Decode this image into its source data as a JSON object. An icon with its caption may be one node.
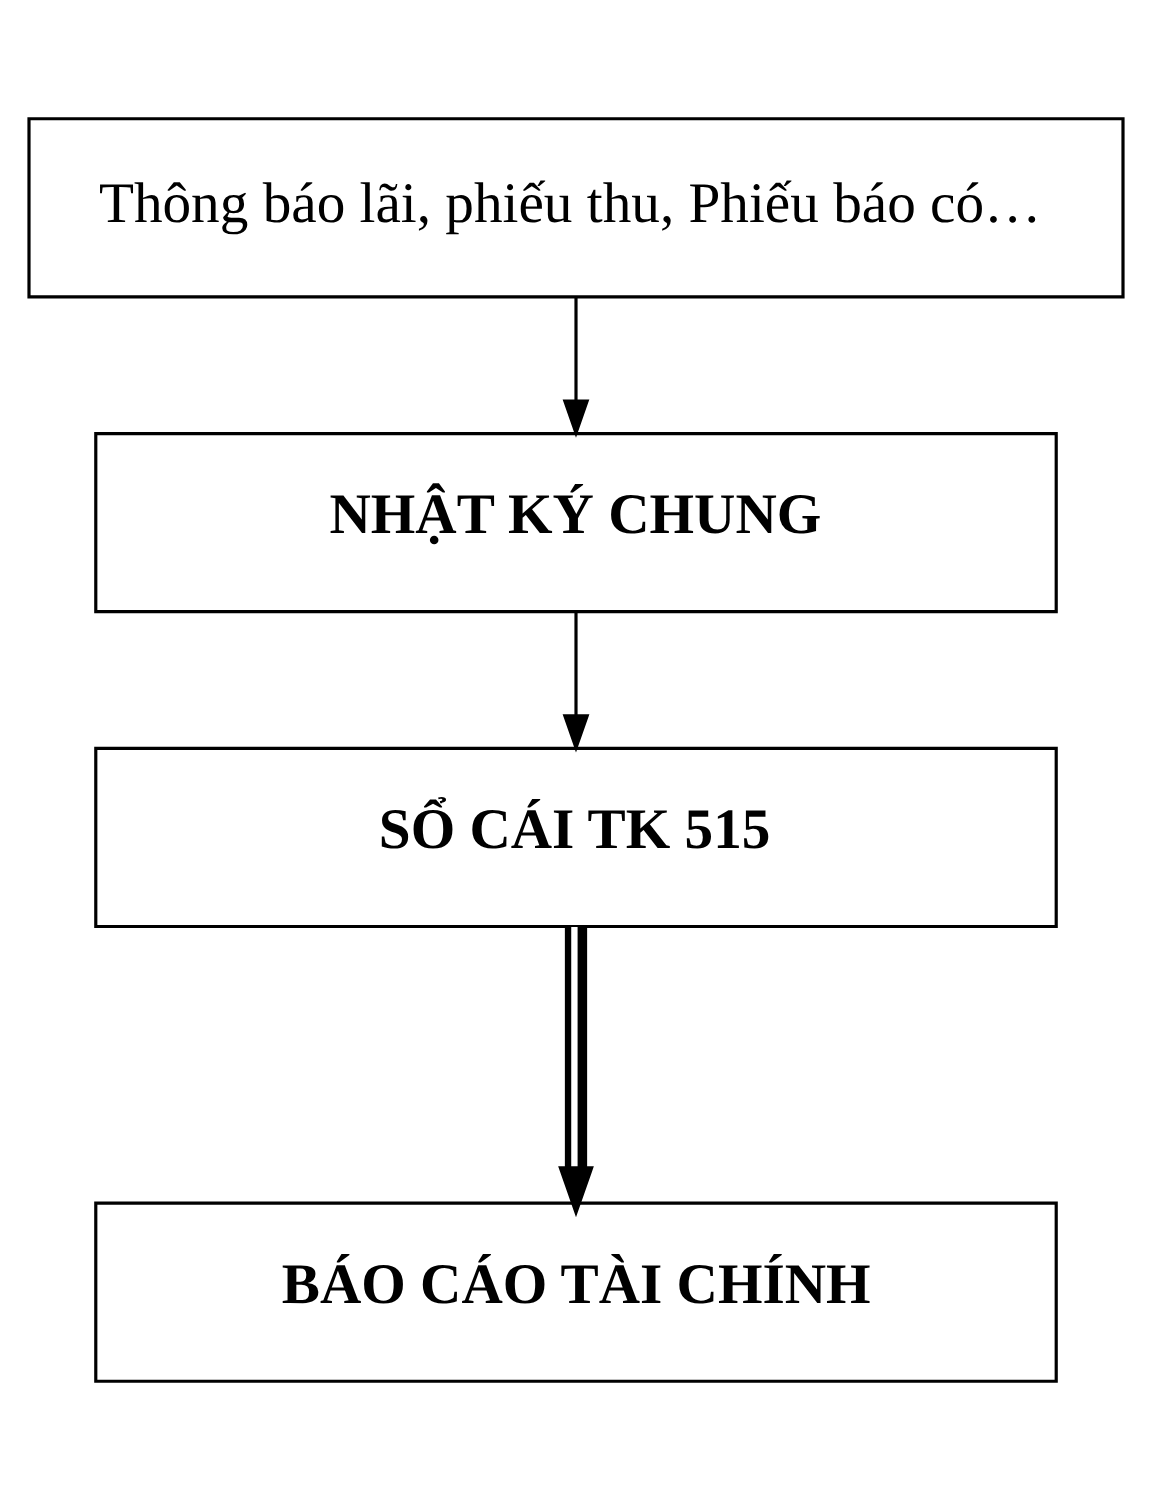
{
  "diagram": {
    "nodes": [
      {
        "text": [
          "Thông báo lãi, phiếu thu, Phiếu báo có…"
        ]
      },
      {
        "text": [
          "NHẬT KÝ CHUNG"
        ]
      },
      {
        "text": [
          "SỔ CÁI TK 515"
        ]
      },
      {
        "text": [
          "BÁO CÁO TÀI CHÍNH"
        ]
      }
    ],
    "edges": [
      {
        "from": 0,
        "to": 1,
        "arrow": "to"
      },
      {
        "from": 1,
        "to": 2,
        "arrow": "to"
      },
      {
        "from": 2,
        "to": 3,
        "arrow": "to",
        "style": "thick"
      }
    ]
  }
}
